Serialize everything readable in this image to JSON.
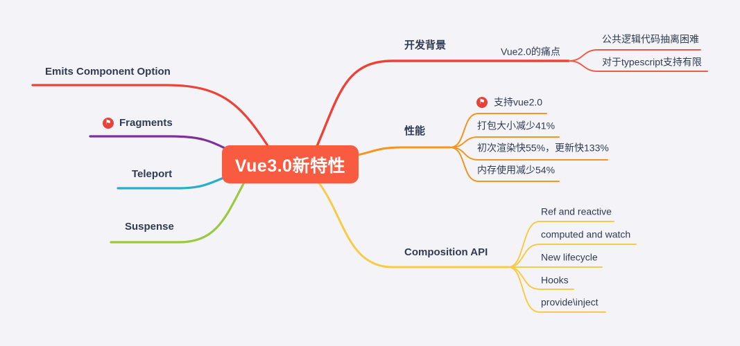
{
  "canvas": {
    "background": "#F4F4F8"
  },
  "center": {
    "label": "Vue3.0新特性",
    "color": "#F95B41"
  },
  "icons": {
    "flag": "⚑",
    "flag_color": "#E8433B"
  },
  "colors": {
    "red_main": "#EE4236",
    "red_thin": "#F05B49",
    "purple": "#7E2F9D",
    "cyan": "#27AECB",
    "green": "#98CA3F",
    "orange": "#F6941E",
    "yellow": "#F7CB45",
    "text": "#2F3B52"
  },
  "left": [
    {
      "label": "Emits Component Option",
      "color": "#EE4236",
      "flag": false
    },
    {
      "label": "Fragments",
      "color": "#7E2F9D",
      "flag": true
    },
    {
      "label": "Teleport",
      "color": "#27AECB",
      "flag": false
    },
    {
      "label": "Suspense",
      "color": "#98CA3F",
      "flag": false
    }
  ],
  "right": [
    {
      "label": "开发背景",
      "color": "#EE4236",
      "child": {
        "label": "Vue2.0的痛点"
      },
      "leaves": [
        "公共逻辑代码抽离困难",
        "对于typescript支持有限"
      ]
    },
    {
      "label": "性能",
      "color": "#F6941E",
      "leaves": [
        "支持vue2.0",
        "打包大小减少41%",
        "初次渲染快55%，更新快133%",
        "内存使用减少54%"
      ],
      "flag_on_leaf": "支持vue2.0"
    },
    {
      "label": "Composition API",
      "color": "#F7CB45",
      "leaves": [
        "Ref and reactive",
        "computed and watch",
        "New lifecycle",
        "Hooks",
        "provide\\inject"
      ]
    }
  ]
}
